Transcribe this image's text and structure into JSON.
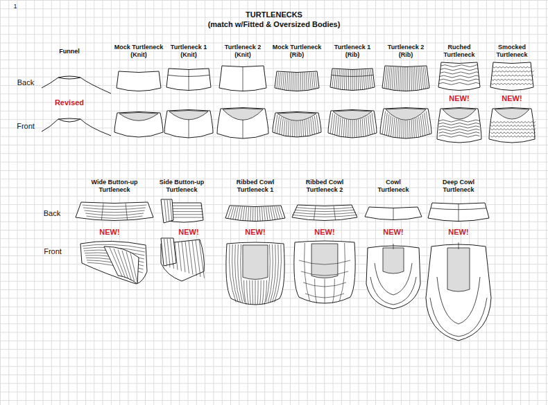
{
  "diagram": {
    "title": "TURTLENECKS",
    "labels": [
      "1",
      "(match w/Fitted & Oversized Bodies)",
      "Funnel",
      "Mock Turtleneck (Knit)",
      "Turtleneck 1 (Knit)",
      "Turtleneck 2 (Knit)",
      "Mock Turtleneck (Rib)",
      "Turtleneck 1 (Rib)",
      "Turtleneck 2 (Rib)",
      "Ruched Turtleneck",
      "Smocked Turtleneck",
      "Back",
      "Revised",
      "NEW!",
      "NEW!",
      "Front",
      "Wide Button-up Turtleneck",
      "Side Button-up Turtleneck",
      "Ribbed Cowl Turtleneck 1",
      "Ribbed Cowl Turtleneck 2",
      "Cowl Turtleneck",
      "Deep Cowl Turtleneck",
      "Back",
      "NEW!",
      "NEW!",
      "NEW!",
      "NEW!",
      "NEW!",
      "NEW!",
      "Front"
    ]
  }
}
